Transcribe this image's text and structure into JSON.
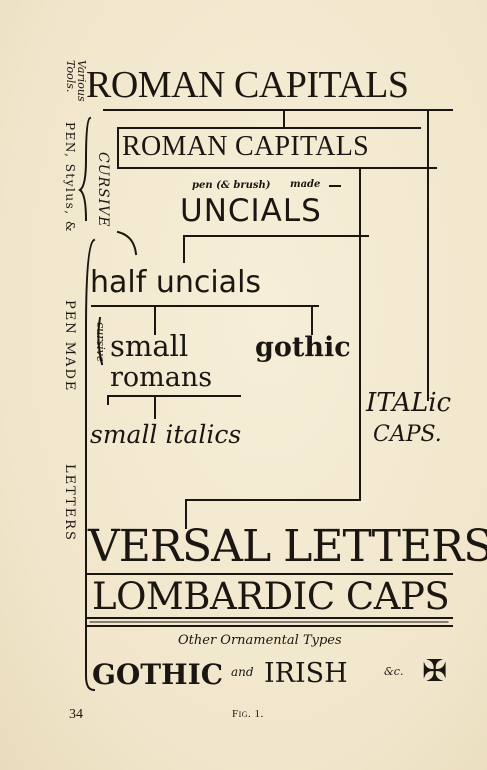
{
  "labels": {
    "roman_capitals_large": "ROMAN CAPITALS",
    "roman_capitals_small": "ROMAN CAPITALS",
    "pen_brush": "pen (& brush)",
    "made": "made",
    "uncials": "UNCIALS",
    "half_uncials": "half uncials",
    "small_romans_1": "small",
    "small_romans_2": "romans",
    "gothic_small": "gothic",
    "small_italics": "small italics",
    "italic_caps_1": "ITALic",
    "italic_caps_2": "CAPS.",
    "versal_letters": "VERSAL LETTERS",
    "lombardic_caps": "LOMBARDIC CAPS",
    "other_ornamental": "Other Ornamental Types",
    "gothic_large": "GOTHIC",
    "and": "and",
    "irish": "IRISH",
    "etc": "&c.",
    "cross": "✠"
  },
  "side_labels": {
    "various": "Various",
    "tools": "Tools.",
    "pen_stylus": "PEN, Stylus, &",
    "cursive_1": "CURSIVE",
    "cursive_2": "cursive",
    "pen_made": "PEN MADE",
    "letters": "LETTERS"
  },
  "page": {
    "number": "34",
    "caption": "Fig. 1."
  },
  "colors": {
    "paper": "#f3ead2",
    "ink": "#1b1611"
  }
}
